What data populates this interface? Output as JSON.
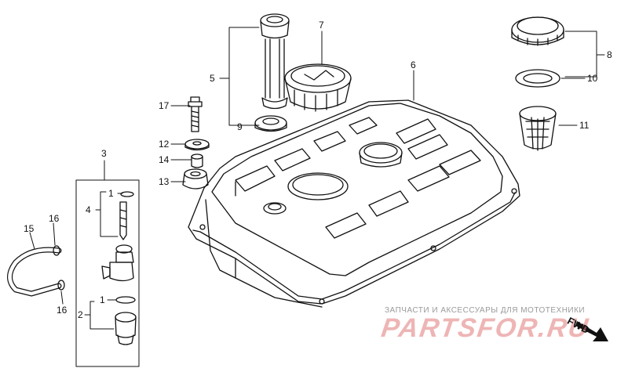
{
  "callouts": {
    "c1a": "1",
    "c1b": "1",
    "c2": "2",
    "c3": "3",
    "c4": "4",
    "c5": "5",
    "c6": "6",
    "c7": "7",
    "c8": "8",
    "c9": "9",
    "c10": "10",
    "c11": "11",
    "c12": "12",
    "c13": "13",
    "c14": "14",
    "c15": "15",
    "c16a": "16",
    "c16b": "16",
    "c17": "17"
  },
  "watermark": {
    "tagline": "ЗАПЧАСТИ И АКСЕССУАРЫ ДЛЯ МОТОТЕХНИКИ",
    "brand": "PARTSFOR.RU"
  },
  "direction_label": "FWD",
  "colors": {
    "line": "#111111",
    "watermark": "#e07878"
  }
}
